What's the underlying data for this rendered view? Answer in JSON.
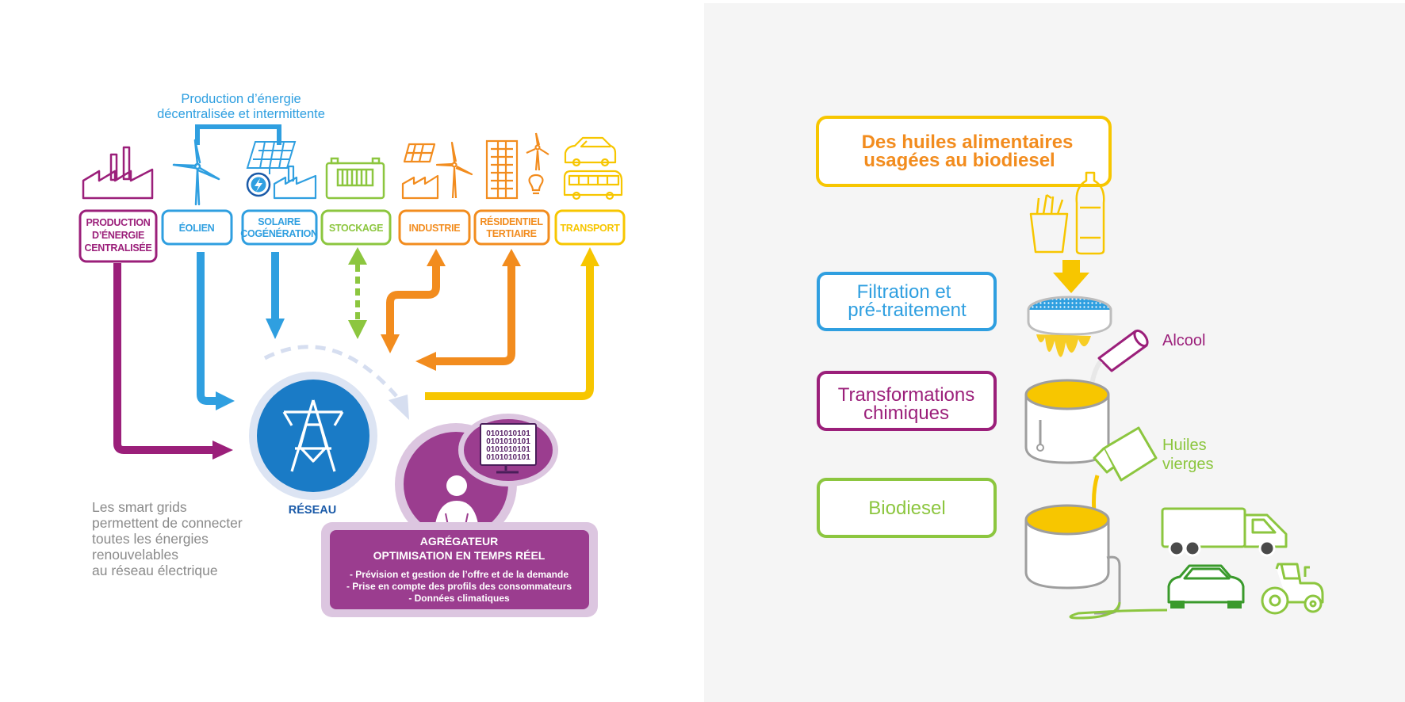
{
  "left": {
    "heading_line1": "Production d’énergie",
    "heading_line2": "décentralisée et intermittente",
    "categories": [
      {
        "lines": [
          "PRODUCTION",
          "D’ÉNERGIE",
          "CENTRALISÉE"
        ],
        "color": "#9b1f7a"
      },
      {
        "lines": [
          "ÉOLIEN"
        ],
        "color": "#2f9fe0"
      },
      {
        "lines": [
          "SOLAIRE",
          "COGÉNÉRATION"
        ],
        "color": "#2f9fe0"
      },
      {
        "lines": [
          "STOCKAGE"
        ],
        "color": "#8cc63f"
      },
      {
        "lines": [
          "INDUSTRIE"
        ],
        "color": "#f28c1e"
      },
      {
        "lines": [
          "RÉSIDENTIEL",
          "TERTIAIRE"
        ],
        "color": "#f28c1e"
      },
      {
        "lines": [
          "TRANSPORT"
        ],
        "color": "#f7c600"
      }
    ],
    "reseau_label": "RÉSEAU",
    "binary_lines": [
      "0101010101",
      "0101010101",
      "0101010101",
      "0101010101"
    ],
    "smartgrid_text": [
      "Les smart grids",
      "permettent de connecter",
      "toutes les énergies",
      "renouvelables",
      "au réseau électrique"
    ],
    "aggregator": {
      "title1": "AGRÉGATEUR",
      "title2": "OPTIMISATION EN TEMPS RÉEL",
      "bullets": [
        "- Prévision et gestion de l’offre et de la demande",
        "- Prise en compte des profils des consommateurs",
        "- Données climatiques"
      ]
    },
    "colors": {
      "purple": "#9b1f7a",
      "blue": "#2f9fe0",
      "green": "#8cc63f",
      "orange": "#f28c1e",
      "yellow": "#f7c600",
      "navy": "#1a5aa8"
    }
  },
  "right": {
    "title_line1": "Des huiles alimentaires",
    "title_line2": "usagées au biodiesel",
    "steps": [
      {
        "lines": [
          "Filtration et",
          "pré-traitement"
        ],
        "color": "#2f9fe0"
      },
      {
        "lines": [
          "Transformations",
          "chimiques"
        ],
        "color": "#9b1f7a"
      },
      {
        "lines": [
          "Biodiesel"
        ],
        "color": "#8cc63f"
      }
    ],
    "alcool_label": "Alcool",
    "huiles_line1": "Huiles",
    "huiles_line2": "vierges",
    "colors": {
      "orange": "#f28c1e",
      "yellow": "#f7c600",
      "green": "#8cc63f",
      "dark_green": "#3a9a2c"
    }
  }
}
